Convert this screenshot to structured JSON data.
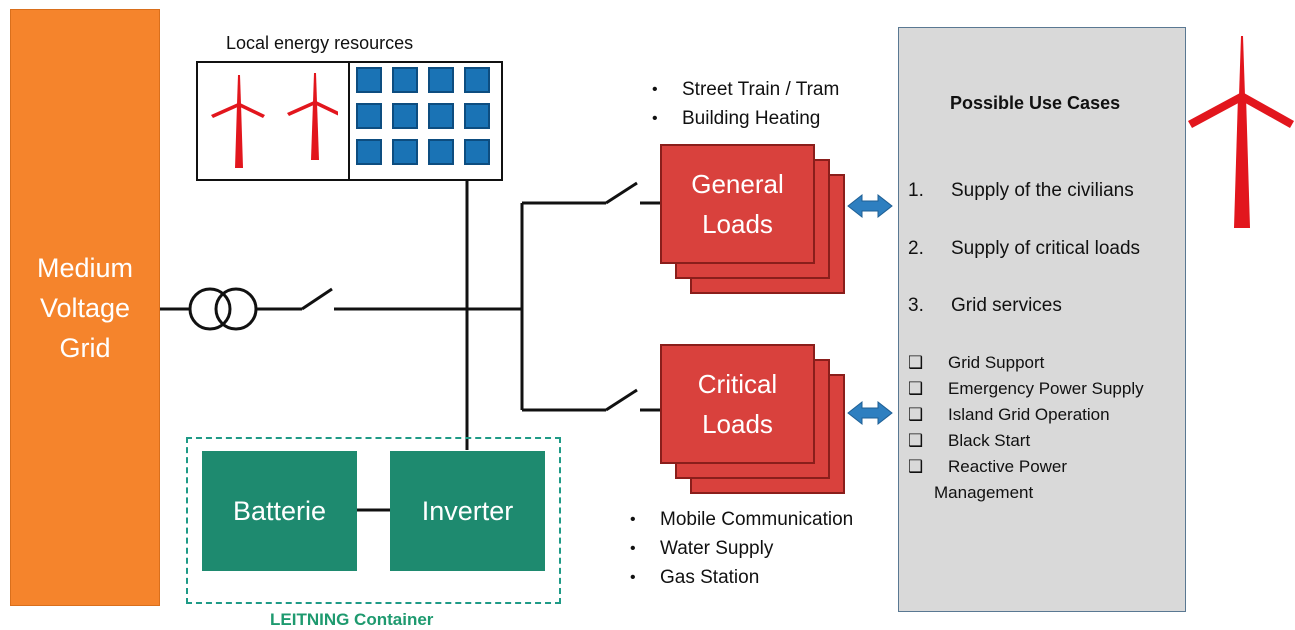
{
  "mv_grid": {
    "label": "Medium\nVoltage\nGrid"
  },
  "local_resources": {
    "title": "Local energy resources"
  },
  "general_loads": {
    "examples": [
      "Street Train / Tram",
      "Building Heating"
    ],
    "label": "General\nLoads"
  },
  "critical_loads": {
    "examples": [
      "Mobile Communication",
      "Water Supply",
      "Gas Station"
    ],
    "label": "Critical\nLoads"
  },
  "leitning": {
    "title": "LEITNING Container",
    "battery_label": "Batterie",
    "inverter_label": "Inverter"
  },
  "use_cases": {
    "title": "Possible Use Cases",
    "numbered": [
      {
        "num": "1.",
        "text": "Supply of the civilians"
      },
      {
        "num": "2.",
        "text": "Supply of critical loads"
      },
      {
        "num": "3.",
        "text": "Grid services"
      }
    ],
    "services": [
      "Grid Support",
      "Emergency Power Supply",
      "Island Grid Operation",
      "Black Start",
      "Reactive Power",
      "Management"
    ]
  },
  "colors": {
    "grid_orange": "#f5842c",
    "load_red": "#d9413d",
    "container_green": "#1e8a6f",
    "turbine_red": "#e2161d",
    "solar_blue": "#1a73b5",
    "arrow_blue": "#2e7fc0"
  }
}
